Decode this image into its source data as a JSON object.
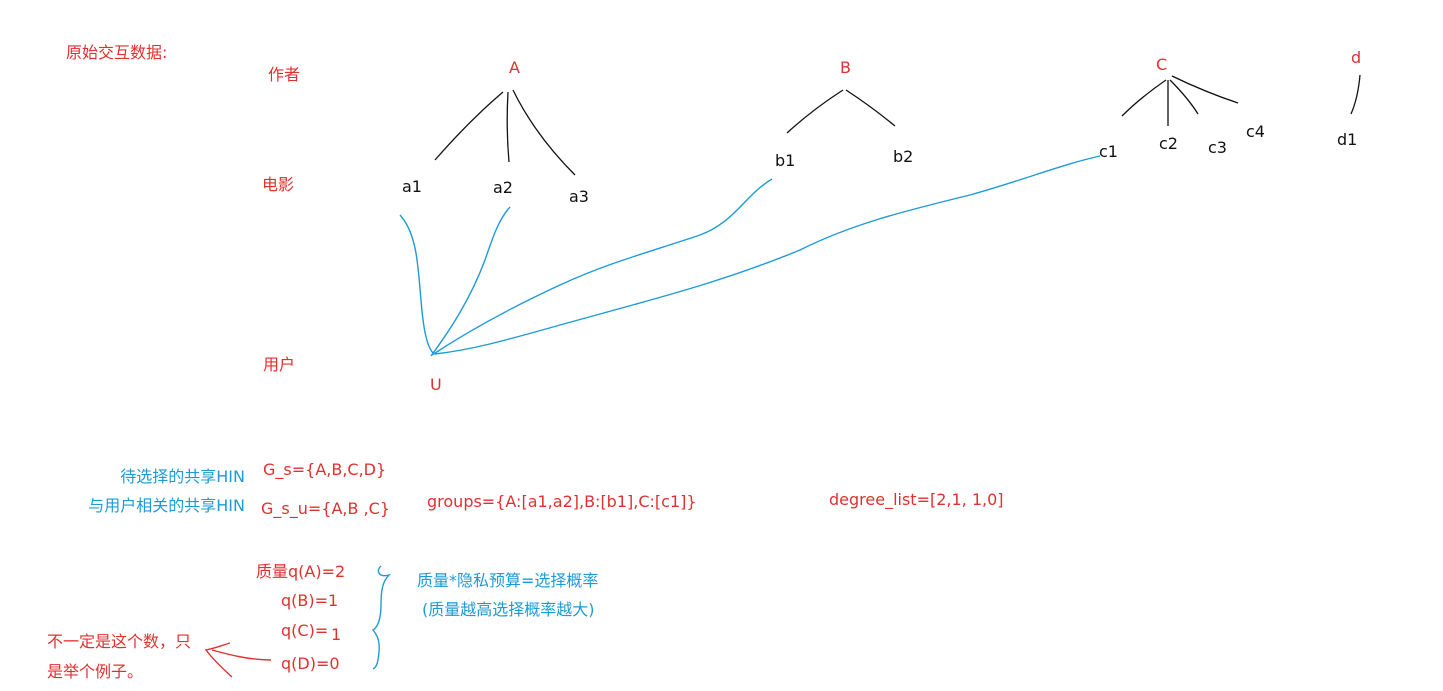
{
  "title": "原始交互数据:",
  "row_labels": {
    "author": "作者",
    "movie": "电影",
    "user": "用户"
  },
  "authors": [
    "A",
    "B",
    "C",
    "d"
  ],
  "movies": {
    "a": [
      "a1",
      "a2",
      "a3"
    ],
    "b": [
      "b1",
      "b2"
    ],
    "c": [
      "c1",
      "c2",
      "c3",
      "c4"
    ],
    "d": [
      "d1"
    ]
  },
  "user_node": "U",
  "sets": {
    "candidate_label": "待选择的共享HIN",
    "candidate_value": "G_s={A,B,C,D}",
    "related_label": "与用户相关的共享HIN",
    "related_value": "G_s_u={A,B ,C}",
    "groups": "groups={A:[a1,a2],B:[b1],C:[c1]}",
    "degree_list": "degree_list=[2,1, 1,0]"
  },
  "quality": {
    "qa": "质量q(A)=2",
    "qb": "q(B)=1",
    "qc": "q(C)=",
    "qc_value": "1",
    "qd": "q(D)=0"
  },
  "formula": {
    "line1": "质量*隐私预算=选择概率",
    "line2": "(质量越高选择概率越大)"
  },
  "note": {
    "line1": "不一定是这个数，只",
    "line2": "是举个例子。"
  },
  "colors": {
    "red": "#e0302f",
    "blue": "#1d9bd6",
    "black": "#111111"
  }
}
